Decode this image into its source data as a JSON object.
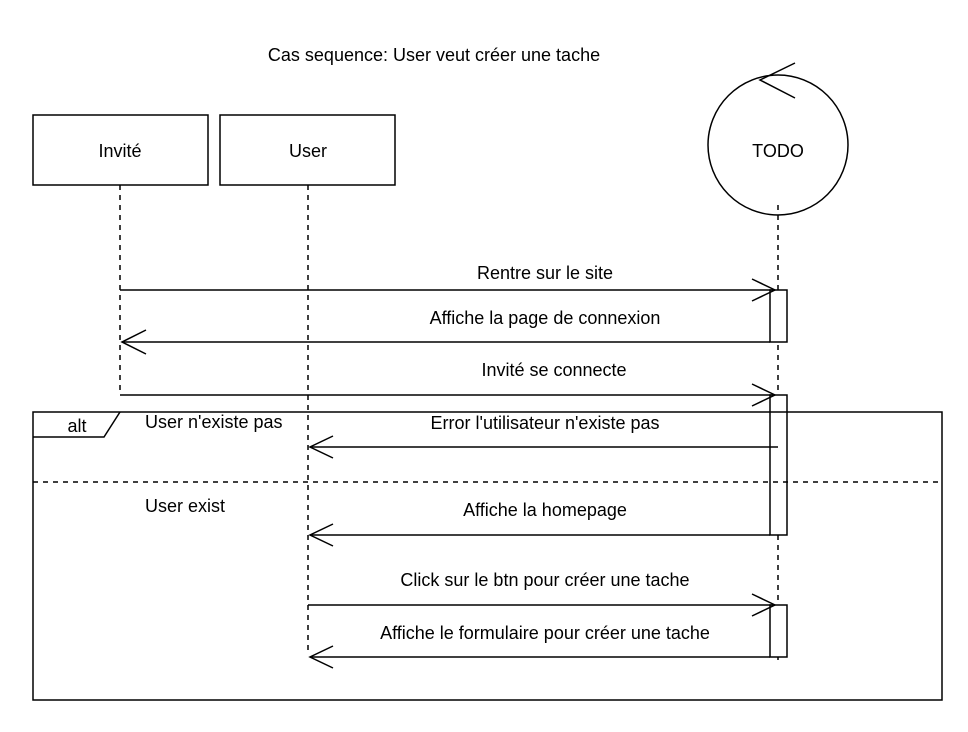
{
  "title": "Cas sequence: User veut créer une tache",
  "participants": {
    "invite": "Invité",
    "user": "User",
    "todo": "TODO"
  },
  "messages": [
    {
      "label": "Rentre sur le site",
      "from": "invite",
      "to": "todo"
    },
    {
      "label": "Affiche la page de connexion",
      "from": "todo",
      "to": "invite"
    },
    {
      "label": "Invité se connecte",
      "from": "invite",
      "to": "todo"
    },
    {
      "label": "Error l'utilisateur n'existe pas",
      "from": "todo",
      "to": "user"
    },
    {
      "label": "Affiche la homepage",
      "from": "todo",
      "to": "user"
    },
    {
      "label": "Click sur le btn pour créer une tache",
      "from": "user",
      "to": "todo"
    },
    {
      "label": "Affiche le formulaire pour créer une tache",
      "from": "todo",
      "to": "user"
    }
  ],
  "alt_fragment": {
    "operator": "alt",
    "guard_1": "User n'existe pas",
    "guard_2": "User exist"
  }
}
